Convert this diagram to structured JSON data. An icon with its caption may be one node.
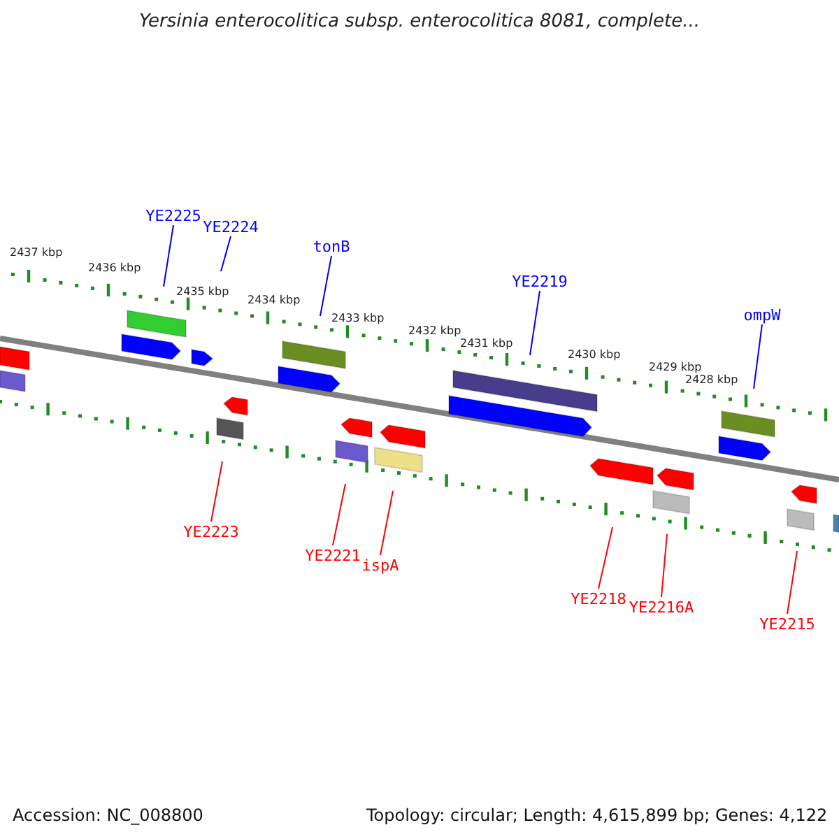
{
  "diagram": {
    "title": "Yersinia enterocolitica subsp. enterocolitica 8081, complete...",
    "nodes": [
      {
        "text": [
          "YE2225"
        ]
      },
      {
        "text": [
          "YE2224"
        ]
      },
      {
        "text": [
          "tonB"
        ]
      },
      {
        "text": [
          "YE2219"
        ]
      },
      {
        "text": [
          "ompW"
        ]
      },
      {
        "text": [
          "YE2223"
        ]
      },
      {
        "text": [
          "YE2221"
        ]
      },
      {
        "text": [
          "ispA"
        ]
      },
      {
        "text": [
          "YE2218"
        ]
      },
      {
        "text": [
          "YE2216A"
        ]
      },
      {
        "text": [
          "YE2215"
        ]
      }
    ],
    "edges": [
      {
        "from": 0,
        "to": null,
        "arrow": "none",
        "color": "#0000ff"
      },
      {
        "from": 1,
        "to": null,
        "arrow": "none",
        "color": "#0000ff"
      },
      {
        "from": 2,
        "to": null,
        "arrow": "none",
        "color": "#0000ff"
      },
      {
        "from": 3,
        "to": null,
        "arrow": "none",
        "color": "#0000ff"
      },
      {
        "from": 4,
        "to": null,
        "arrow": "none",
        "color": "#0000ff"
      },
      {
        "from": 5,
        "to": null,
        "arrow": "none"
      },
      {
        "from": 6,
        "to": null,
        "arrow": "none"
      },
      {
        "from": 7,
        "to": null,
        "arrow": "none"
      },
      {
        "from": 8,
        "to": null,
        "arrow": "none"
      },
      {
        "from": 9,
        "to": null,
        "arrow": "none"
      },
      {
        "from": 10,
        "to": null,
        "arrow": "none"
      }
    ],
    "labels": [
      "2437 kbp",
      "2436 kbp",
      "2435 kbp",
      "2434 kbp",
      "2433 kbp",
      "2432 kbp",
      "2431 kbp",
      "2430 kbp",
      "2429 kbp",
      "2428 kbp",
      "Accession: NC_008800",
      "Topology: circular; Length: 4,615,899 bp; Genes: 4,122"
    ]
  }
}
